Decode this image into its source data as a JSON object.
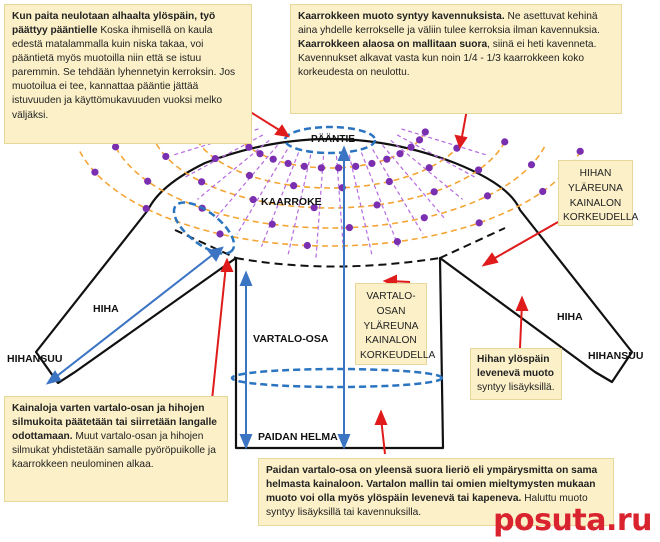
{
  "notes": {
    "top_left": {
      "bold1": "Kun paita neulotaan alhaalta ylöspäin, työ päättyy pääntielle",
      "text1": " Koska ihmisellä on kaula edestä matalammalla kuin niska takaa, voi pääntietä myös muotoilla niin että se istuu paremmin. Se tehdään lyhennetyin kerroksin. Jos muotoilua ei tee, kannattaa pääntie jättää istuvuuden ja käyttömukavuuden vuoksi melko väljäksi."
    },
    "top_right": {
      "bold1": "Kaarrokkeen muoto syntyy kavennuksista.",
      "text1": " Ne asettuvat kehinä aina yhdelle kerrokselle ja väliin tulee kerroksia ilman kavennuksia.",
      "bold2": "Kaarrokkeen alaosa on mallitaan suora",
      "text2": ", siinä ei heti kavenneta. Kavennukset alkavat vasta kun noin 1/4 - 1/3 kaarrokkeen koko korkeudesta on neulottu."
    },
    "sleeve_top": "HIHAN YLÄREUNA KAINALON KORKEUDELLA",
    "body_top": "VARTALO-OSAN YLÄREUNA KAINALON KORKEUDELLA",
    "sleeve_widen": {
      "bold1": "Hihan ylöspäin levenevä muoto",
      "text1": " syntyy lisäyksillä."
    },
    "bottom_left": {
      "bold1": "Kainaloja varten vartalo-osan ja hihojen silmukoita päätetään tai siirretään langalle odottamaan.",
      "text1": " Muut vartalo-osan ja hihojen silmukat yhdistetään samalle pyöröpuikolle ja kaarrokkeen neulominen alkaa."
    },
    "bottom_right": {
      "bold1": "Paidan vartalo-osa on yleensä suora lieriö eli ympärysmitta on sama helmasta kainaloon. Vartalon mallin tai omien mieltymysten mukaan muoto voi olla myös ylöspäin levenevä tai kapeneva.",
      "text1": " Haluttu muoto syntyy lisäyksillä tai kavennuksilla."
    }
  },
  "labels": {
    "neckline": "PÄÄNTIE",
    "yoke": "KAARROKE",
    "sleeve_left": "HIHA",
    "sleeve_right": "HIHA",
    "cuff_left": "HIHANSUU",
    "cuff_right": "HIHANSUU",
    "body": "VARTALO-OSA",
    "hem": "PAIDAN HELMA"
  },
  "watermark": "posuta.ru",
  "colors": {
    "note_bg": "#fbf0c8",
    "arrow_red": "#e01b1b",
    "arrow_blue": "#3c74c4",
    "dashed_blue": "#2a74c0",
    "dot_purple": "#7a2fb0",
    "dash_orange": "#f4a535",
    "dash_violet": "#b76ae0",
    "watermark_red": "#d9232e"
  }
}
